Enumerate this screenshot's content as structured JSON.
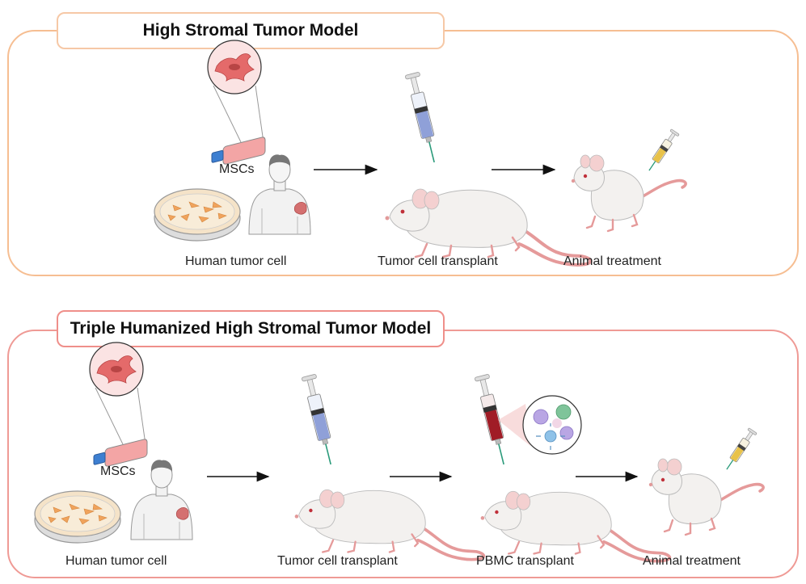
{
  "panel1": {
    "title": "High Stromal Tumor Model",
    "mscs_label": "MSCs",
    "steps": [
      "Human tumor cell",
      "Tumor cell transplant",
      "Animal treatment"
    ]
  },
  "panel2": {
    "title": "Triple Humanized High Stromal Tumor Model",
    "mscs_label": "MSCs",
    "steps": [
      "Human tumor cell",
      "Tumor cell transplant",
      "PBMC transplant",
      "Animal treatment"
    ]
  },
  "colors": {
    "panel1_border": "#f6be92",
    "panel2_border": "#ef9a95",
    "blood_syringe": "#a01c26",
    "vial_syringe": "#8fa0d8",
    "treatment_syringe": "#e8c24a"
  }
}
